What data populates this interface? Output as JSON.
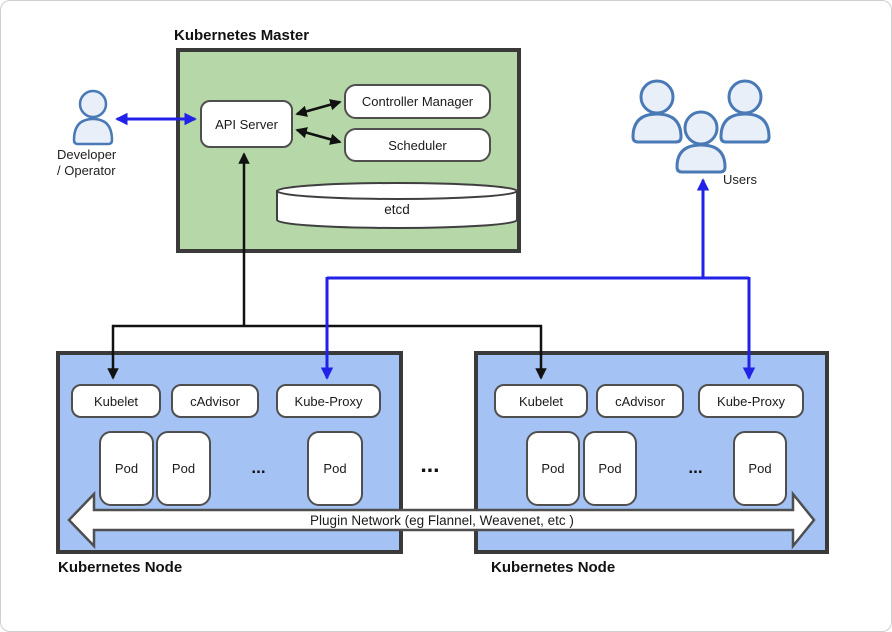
{
  "master": {
    "title": "Kubernetes Master",
    "api_server": "API Server",
    "controller_manager": "Controller Manager",
    "scheduler": "Scheduler",
    "etcd": "etcd"
  },
  "actors": {
    "developer": {
      "line1": "Developer",
      "line2": "/ Operator"
    },
    "users": {
      "label": "Users"
    }
  },
  "nodes": [
    {
      "title": "Kubernetes Node",
      "components": {
        "kubelet": "Kubelet",
        "cadvisor": "cAdvisor",
        "kube_proxy": "Kube-Proxy"
      },
      "pods": [
        "Pod",
        "Pod",
        "Pod"
      ],
      "ellipsis": "..."
    },
    {
      "title": "Kubernetes Node",
      "components": {
        "kubelet": "Kubelet",
        "cadvisor": "cAdvisor",
        "kube_proxy": "Kube-Proxy"
      },
      "pods": [
        "Pod",
        "Pod",
        "Pod"
      ],
      "ellipsis": "..."
    }
  ],
  "between_nodes_ellipsis": "...",
  "network": {
    "label": "Plugin Network (eg Flannel, Weavenet, etc )"
  },
  "colors": {
    "master_fill": "#b6d7a8",
    "node_fill": "#a4c2f4",
    "border_dark": "#3a3a3a",
    "inner_border": "#4f4f4f",
    "shape_stroke": "#3f3f3f",
    "arrow_black": "#111111",
    "arrow_blue": "#2121e8",
    "person_fill": "#e9eff8",
    "person_stroke": "#4a7ab5"
  }
}
